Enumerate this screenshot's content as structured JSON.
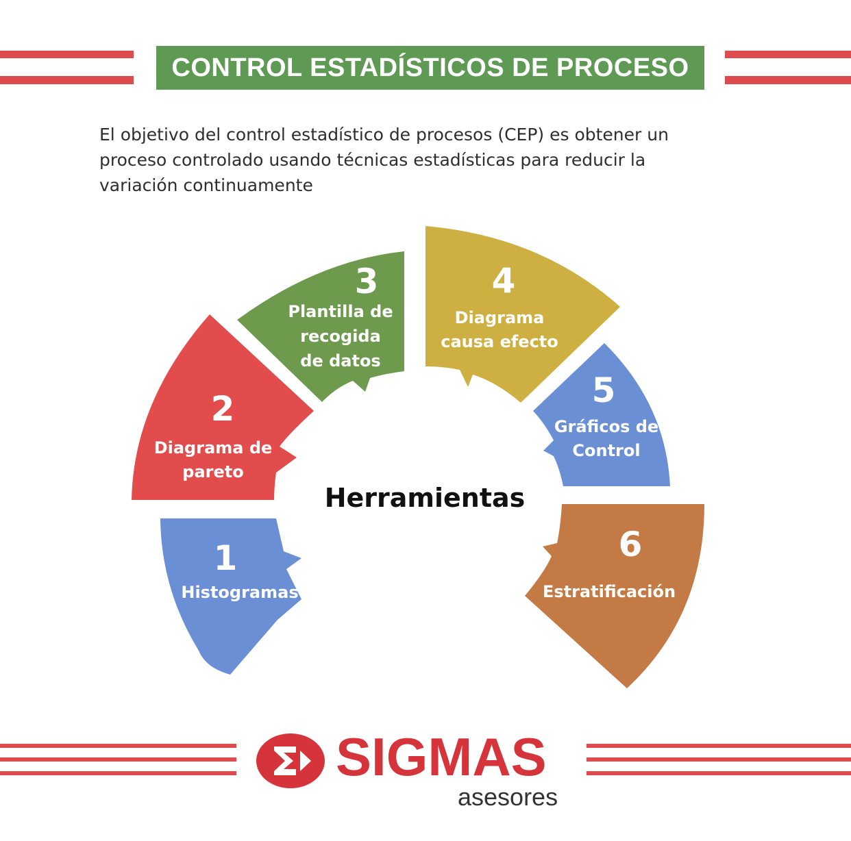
{
  "header": {
    "title": "CONTROL ESTADÍSTICOS DE PROCESO"
  },
  "intro": {
    "lines": [
      "El objetivo del control estadístico de procesos (CEP) es obtener un",
      "proceso controlado usando técnicas estadísticas para reducir la",
      "variación continuamente"
    ]
  },
  "diagram": {
    "center": "Herramientas",
    "segments": [
      {
        "number": "1",
        "lines": [
          "Histogramas"
        ],
        "color": "#6b8fd4"
      },
      {
        "number": "2",
        "lines": [
          "Diagrama de",
          "pareto"
        ],
        "color": "#e34c4c"
      },
      {
        "number": "3",
        "lines": [
          "Plantilla de",
          "recogida",
          "de datos"
        ],
        "color": "#6e9a4d"
      },
      {
        "number": "4",
        "lines": [
          "Diagrama",
          "causa efecto"
        ],
        "color": "#cdb041"
      },
      {
        "number": "5",
        "lines": [
          "Gráficos de",
          "Control"
        ],
        "color": "#6b8fd4"
      },
      {
        "number": "6",
        "lines": [
          "Estratificación"
        ],
        "color": "#c47a44"
      }
    ]
  },
  "footer": {
    "brand": "SIGMAS",
    "subtitle": "asesores"
  },
  "colors": {
    "stripe": "#dd4b4f",
    "title_bg": "#5f9a55",
    "brand": "#d6343b"
  }
}
